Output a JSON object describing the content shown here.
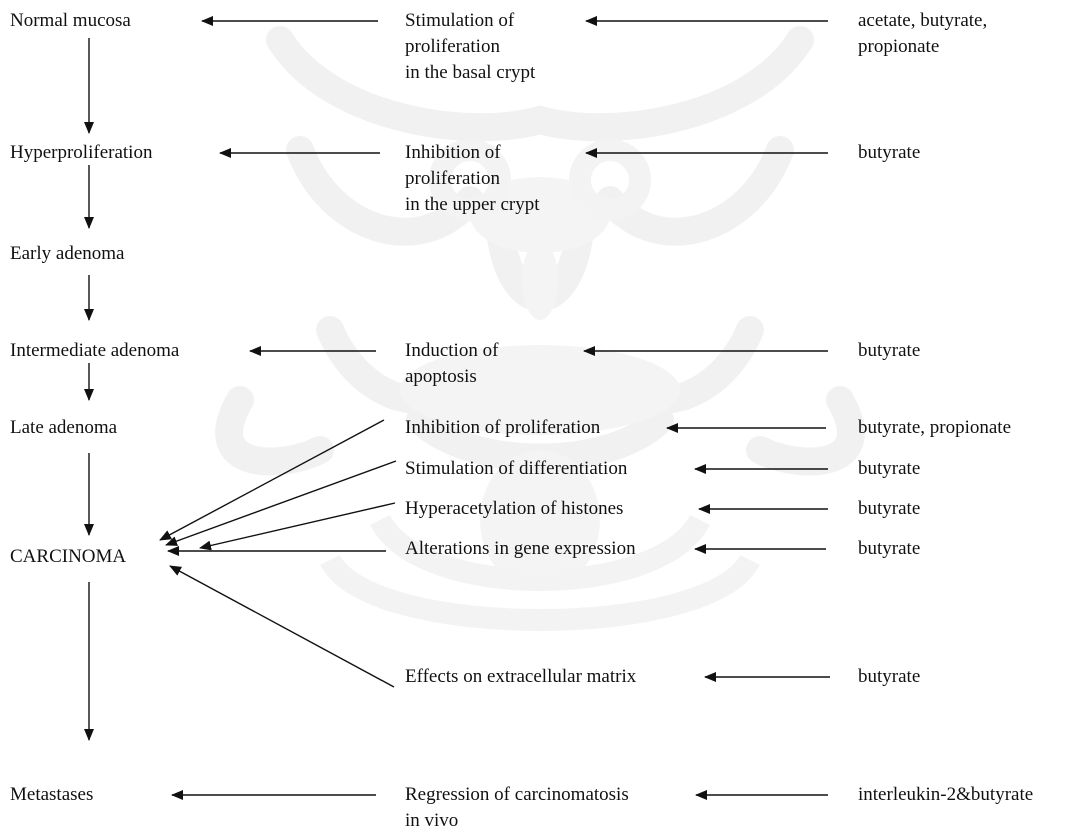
{
  "stages": [
    "Normal mucosa",
    "Hyperproliferation",
    "Early adenoma",
    "Intermediate adenoma",
    "Late adenoma",
    "CARCINOMA",
    "Metastases"
  ],
  "effects": [
    [
      "Stimulation of",
      "proliferation",
      "in the basal crypt"
    ],
    [
      "Inhibition of",
      "proliferation",
      "in the upper crypt"
    ],
    [
      "Induction of",
      "apoptosis"
    ],
    [
      "Inhibition of proliferation"
    ],
    [
      "Stimulation of differentiation"
    ],
    [
      "Hyperacetylation of histones"
    ],
    [
      "Alterations in gene expression"
    ],
    [
      "Effects on extracellular matrix"
    ],
    [
      "Regression of carcinomatosis",
      "in vivo"
    ]
  ],
  "agents": [
    [
      "acetate, butyrate,",
      "propionate"
    ],
    [
      "butyrate"
    ],
    [
      "butyrate"
    ],
    [
      "butyrate, propionate"
    ],
    [
      "butyrate"
    ],
    [
      "butyrate"
    ],
    [
      "butyrate"
    ],
    [
      "butyrate"
    ],
    [
      "interleukin-2&butyrate"
    ]
  ]
}
